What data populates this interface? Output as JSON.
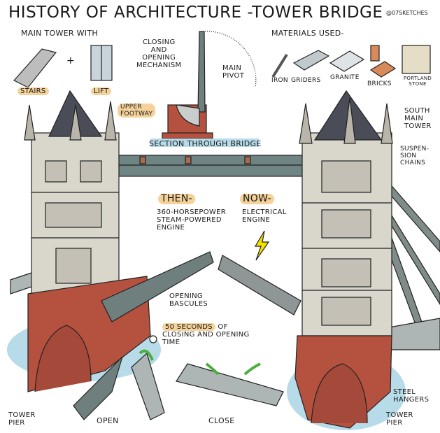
{
  "title": "HISTORY OF ARCHITECTURE -TOWER BRIDGE",
  "credit": "@07SKETCHES",
  "main_tower": {
    "heading": "MAIN TOWER WITH",
    "stairs": "STAIRS",
    "plus": "+",
    "lift": "LIFT"
  },
  "mechanism": {
    "label_lines": [
      "CLOSING",
      "AND",
      "OPENING",
      "MECHANISM"
    ],
    "pivot_lines": [
      "MAIN",
      "PIVOT"
    ]
  },
  "upper_footway": [
    "UPPER",
    "FOOTWAY"
  ],
  "materials": {
    "heading": "MATERIALS USED-",
    "items": [
      "IRON",
      "GRIDERS",
      "GRANITE",
      "BRICKS",
      "PORTLAND STONE"
    ]
  },
  "south_tower": [
    "SOUTH",
    "MAIN",
    "TOWER"
  ],
  "section": "SECTION THROUGH BRIDGE",
  "suspension": [
    "SUSPEN-",
    "SION",
    "CHAINS"
  ],
  "then": {
    "heading": "THEN-",
    "lines": [
      "360-HORSEPOWER",
      "STEAM-POWERED",
      "ENGINE"
    ]
  },
  "now": {
    "heading": "NOW-",
    "lines": [
      "ELECTRICAL",
      "ENGINE"
    ]
  },
  "bascules": [
    "OPENING",
    "BASCULES"
  ],
  "timing": {
    "highlight": "50 SECONDS",
    "rest": " OF",
    "line2": "CLOSING AND OPENING",
    "line3": "TIME"
  },
  "open": "OPEN",
  "close": "CLOSE",
  "tower_pier_left": [
    "TOWER",
    "PIER"
  ],
  "tower_pier_right": [
    "TOWER",
    "PIER"
  ],
  "steel_hangers": [
    "STEEL",
    "HANGERS"
  ],
  "colors": {
    "stone": "#d9d6cc",
    "roof": "#4a4d57",
    "brick": "#b5523f",
    "steel": "#6f7f7e",
    "water": "#b7dbe9",
    "highlight": "#f5d29a",
    "bolt": "#f5e000",
    "arrow": "#4caf3c"
  }
}
